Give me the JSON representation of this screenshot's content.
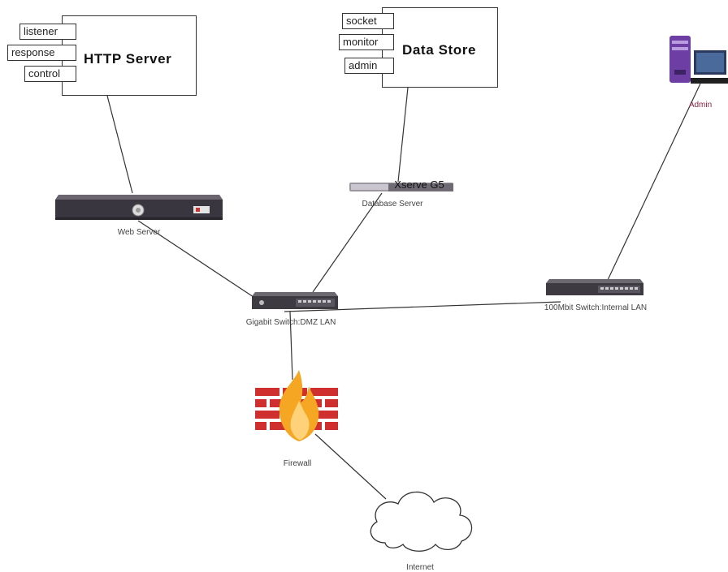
{
  "components": [
    {
      "id": "http",
      "title": "HTTP Server",
      "ports": [
        "listener",
        "response",
        "control"
      ]
    },
    {
      "id": "datastore",
      "title": "Data Store",
      "ports": [
        "socket",
        "monitor",
        "admin"
      ]
    }
  ],
  "nodes": {
    "web_server": "Web Server",
    "xserve_badge": "Xserve G5",
    "database_server": "Database Server",
    "admin": "Admin",
    "dmz_switch": "Gigabit Switch:DMZ LAN",
    "lan_switch": "100Mbit Switch:Internal LAN",
    "firewall": "Firewall",
    "internet": "Internet"
  },
  "colors": {
    "line": "#333333",
    "device_dark": "#3a3640",
    "admin_tower": "#6d3fa4",
    "brick": "#cf2f2f",
    "flame": "#f5a623",
    "admin_label": "#8a2340"
  }
}
